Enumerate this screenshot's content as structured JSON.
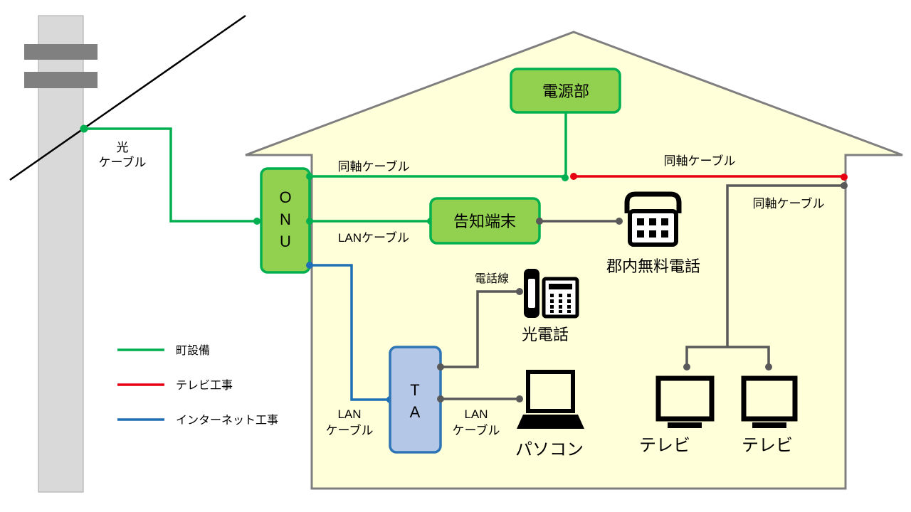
{
  "colors": {
    "town_equipment": "#00b050",
    "tv_work": "#e60012",
    "internet_work": "#1f6fb5",
    "connector": "#595959",
    "house_fill": "#ffffd9",
    "equipment_fill": "#92d050",
    "ta_fill": "#b4c7e7",
    "pole_fill": "#d9d9d9",
    "pole_band": "#808080"
  },
  "pole": {
    "fiber_label_line1": "光",
    "fiber_label_line2": "ケーブル"
  },
  "devices": {
    "onu": [
      "O",
      "N",
      "U"
    ],
    "power_unit": "電源部",
    "notification_terminal": "告知端末",
    "ta": [
      "T",
      "A"
    ]
  },
  "cables": {
    "coax_onu": "同軸ケーブル",
    "coax_tv_work": "同軸ケーブル",
    "coax_tv": "同軸ケーブル",
    "lan_onu_terminal": "LANケーブル",
    "lan_onu_ta": [
      "LAN",
      "ケーブル"
    ],
    "lan_ta_pc": [
      "LAN",
      "ケーブル"
    ],
    "phone_line": "電話線"
  },
  "endpoints": {
    "free_phone": {
      "label": "郡内無料電話",
      "icon": "desk-telephone-icon"
    },
    "hikari_phone": {
      "label": "光電話",
      "icon": "office-phone-icon"
    },
    "pc": {
      "label": "パソコン",
      "icon": "laptop-icon"
    },
    "tv_1": {
      "label": "テレビ",
      "icon": "tv-icon"
    },
    "tv_2": {
      "label": "テレビ",
      "icon": "tv-icon"
    }
  },
  "legend": [
    {
      "label": "町設備",
      "color": "#00b050"
    },
    {
      "label": "テレビ工事",
      "color": "#e60012"
    },
    {
      "label": "インターネット工事",
      "color": "#1f6fb5"
    }
  ]
}
